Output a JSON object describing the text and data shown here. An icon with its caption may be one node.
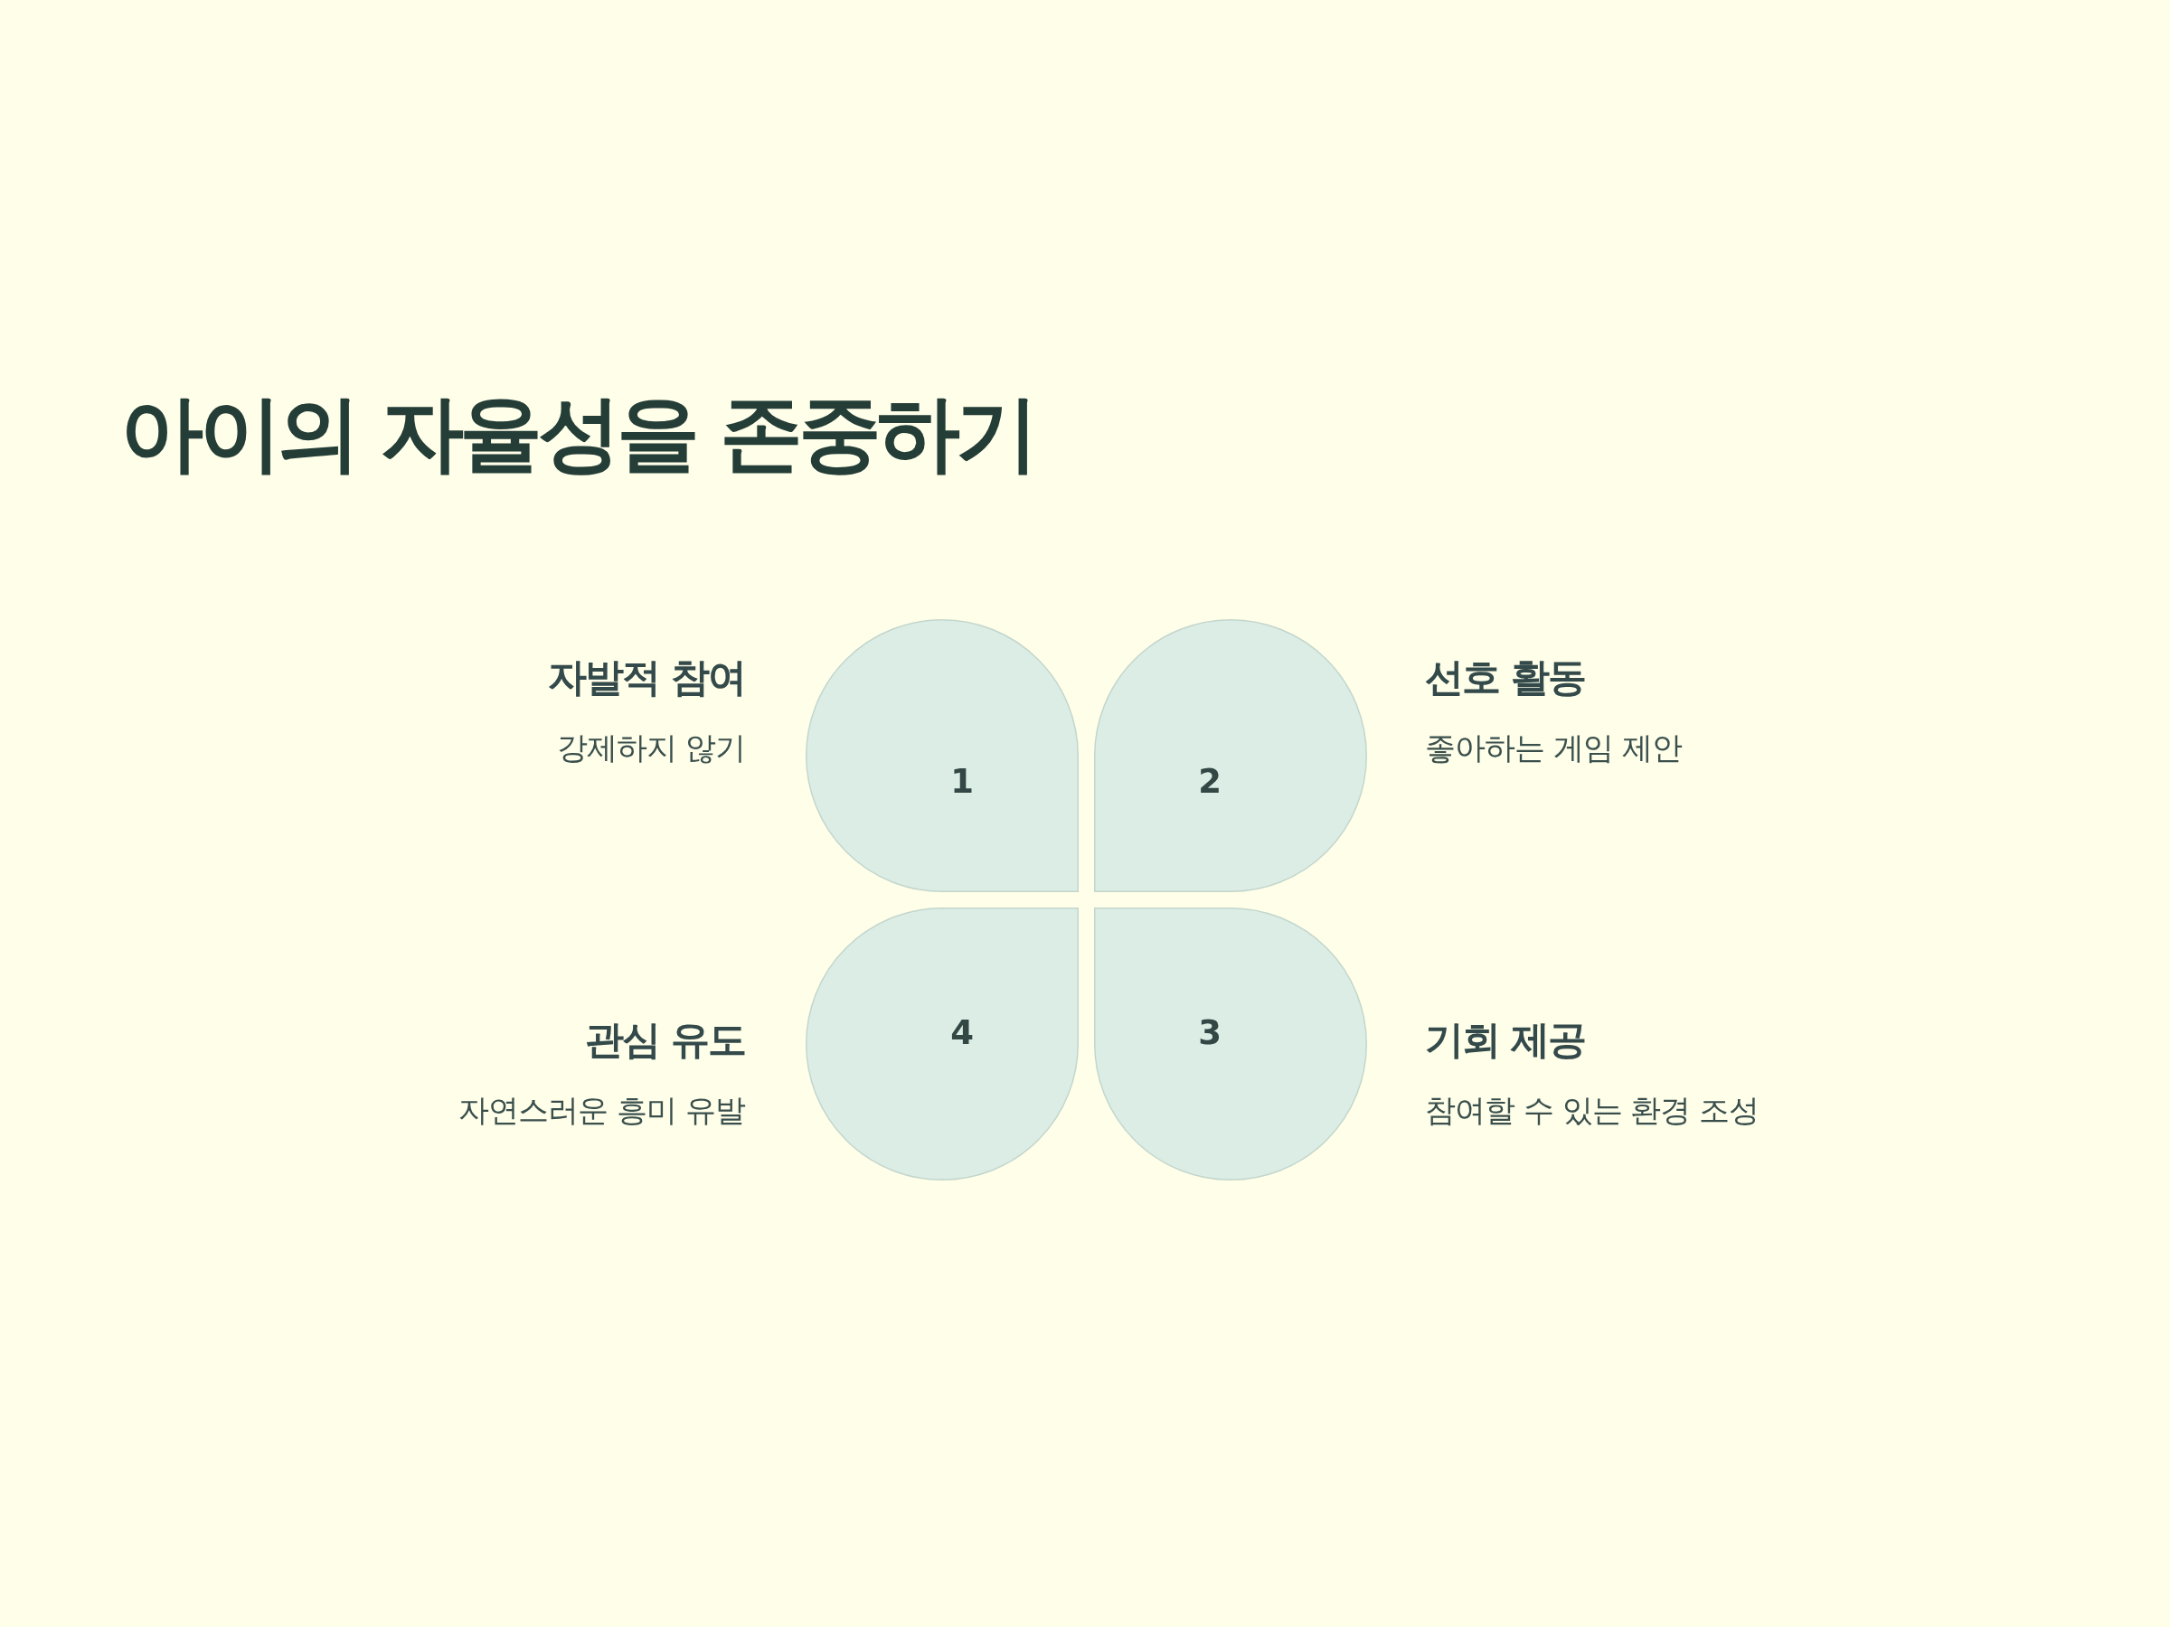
{
  "diagram": {
    "title": "아이의 자율성을 존중하기",
    "nodes": [
      {
        "text": [
          "1"
        ],
        "beside": [
          "자발적 참여",
          "강제하지 않기"
        ]
      },
      {
        "text": [
          "2"
        ],
        "beside": [
          "선호 활동",
          "좋아하는 게임 제안"
        ]
      },
      {
        "text": [
          "3"
        ],
        "beside": [
          "기회 제공",
          "참여할 수 있는 환경 조성"
        ]
      },
      {
        "text": [
          "4"
        ],
        "beside": [
          "관심 유도",
          "자연스러운 흥미 유발"
        ]
      }
    ]
  }
}
